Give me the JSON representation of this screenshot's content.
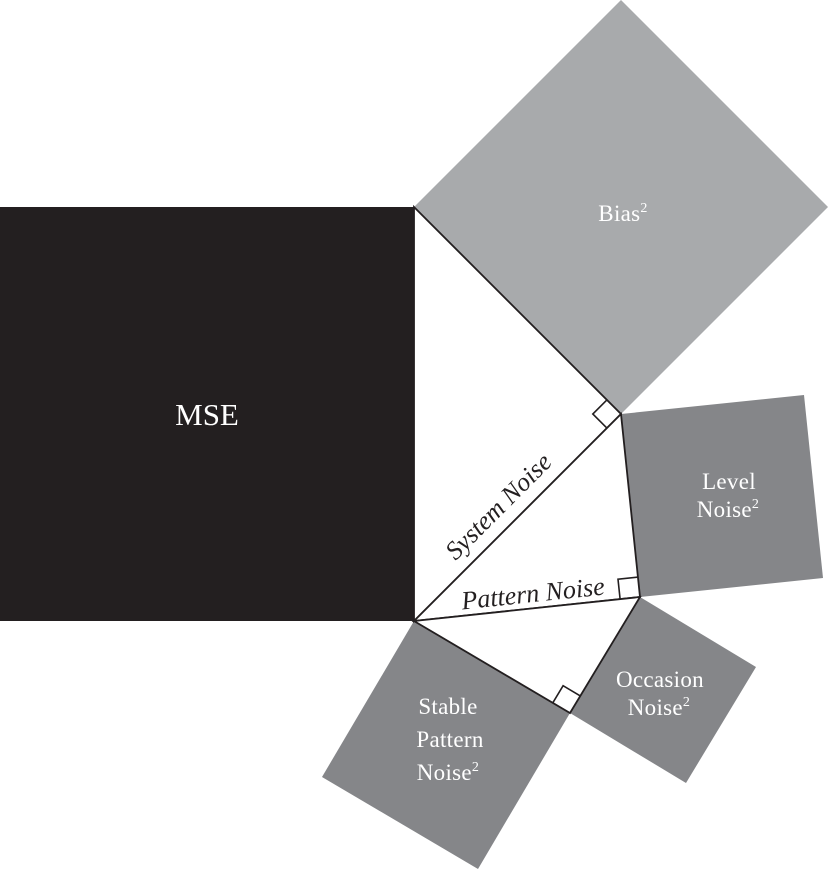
{
  "diagram": {
    "kind": "pythagorean-mse-decomposition"
  },
  "colors": {
    "mse_fill": "#231f20",
    "bias_fill": "#a8aaac",
    "noise_fill": "#858689",
    "triangle_fill": "#ffffff",
    "line": "#231f20",
    "light_text": "#ffffff",
    "dark_text": "#231f20"
  },
  "labels": {
    "mse": {
      "text": "MSE"
    },
    "bias": {
      "text": "Bias",
      "sup": "2"
    },
    "level": {
      "line1": "Level",
      "line2": "Noise",
      "sup": "2"
    },
    "occasion": {
      "line1": "Occasion",
      "line2": "Noise",
      "sup": "2"
    },
    "stable": {
      "line1": "Stable",
      "line2": "Pattern",
      "line3": "Noise",
      "sup": "2"
    },
    "system_edge": {
      "text": "System Noise"
    },
    "pattern_edge": {
      "text": "Pattern Noise"
    }
  }
}
